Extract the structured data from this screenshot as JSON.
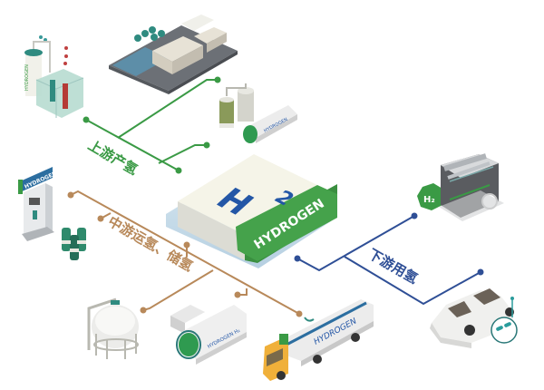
{
  "diagram": {
    "center": {
      "symbol": "H",
      "subscript": "2",
      "label": "HYDROGEN"
    },
    "sections": {
      "upstream": {
        "label": "上游产氢",
        "color": "#3a9a45",
        "items": [
          "electrolysis-plant",
          "industrial-facility",
          "gas-purification-and-storage"
        ]
      },
      "midstream": {
        "label": "中游运氢、储氢",
        "color": "#b8895a",
        "items": [
          "hydrogen-refueling-station",
          "gas-cylinders",
          "spherical-tank",
          "storage-tank",
          "tanker-truck"
        ]
      },
      "downstream": {
        "label": "下游用氢",
        "color": "#2f4f96",
        "items": [
          "fuel-cell-engine",
          "fuel-cell-vehicle"
        ]
      }
    },
    "equipment_labels": {
      "electrolyzer": "HYDROGEN",
      "refuel_station": "HYDROGEN",
      "storage_tank_small": "HYDROGEN",
      "storage_tank_large": "HYDROGEN H₂",
      "truck": "HYDROGEN",
      "engine_badge": "H₂"
    },
    "colors": {
      "center_top": "#f4f3e6",
      "center_side": "#dcdcd4",
      "center_green": "#3f9a46",
      "h2_blue": "#2356a6",
      "teal": "#2a8c8a",
      "truck_cab": "#f0b03a"
    }
  }
}
